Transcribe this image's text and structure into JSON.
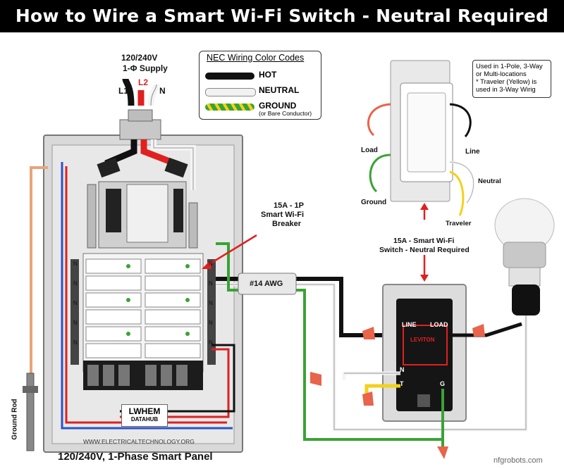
{
  "title": "How to Wire a Smart Wi-Fi Switch - Neutral Required",
  "supply": {
    "line1": "120/240V",
    "line2": "1-Φ Supply",
    "l1": "L1",
    "l2": "L2",
    "n": "N"
  },
  "legend": {
    "heading": "NEC Wiring Color Codes",
    "items": [
      {
        "label": "HOT",
        "sub": "",
        "color": "#111111"
      },
      {
        "label": "NEUTRAL",
        "sub": "",
        "color": "#f2f2f2"
      },
      {
        "label": "GROUND",
        "sub": "(or Bare Conductor)",
        "color": "#3aa335"
      }
    ]
  },
  "note": {
    "lines": [
      "Used in 1-Pole, 3-Way",
      "or Multi-locations",
      "* Traveler (Yellow) is",
      "used in 3-Way Wirig"
    ]
  },
  "switch_top": {
    "load": "Load",
    "line": "Line",
    "ground": "Ground",
    "neutral": "Neutral",
    "traveler": "Traveler"
  },
  "breaker_label": {
    "line1": "15A - 1P",
    "line2": "Smart Wi-Fi",
    "line3": "Breaker"
  },
  "switch_label": {
    "line1": "15A - Smart Wi-Fi",
    "line2": "Switch - Neutral Required"
  },
  "cable_label": "#14 AWG",
  "device": {
    "line": "LINE",
    "load": "LOAD",
    "brand": "LEVITON",
    "n": "N",
    "t": "T",
    "g": "G"
  },
  "datahub": {
    "line1": "LWHEM",
    "line2": "DATAHUB"
  },
  "panel_footer": "WWW.ELECTRICALTECHNOLOGY.ORG",
  "panel_caption": "120/240V, 1-Phase Smart Panel",
  "ground_rod": "Ground Rod",
  "breaker_n_labels": [
    "N",
    "N",
    "N",
    "N",
    "N",
    "N",
    "N",
    "N",
    "N",
    "N"
  ],
  "watermark": "nfgrobots.com",
  "colors": {
    "hot": "#111111",
    "l2": "#e02020",
    "neutral": "#f2f2f2",
    "ground": "#3aa335",
    "traveler": "#f2d21b",
    "nut": "#e8644a",
    "copper": "#e9a47a"
  }
}
